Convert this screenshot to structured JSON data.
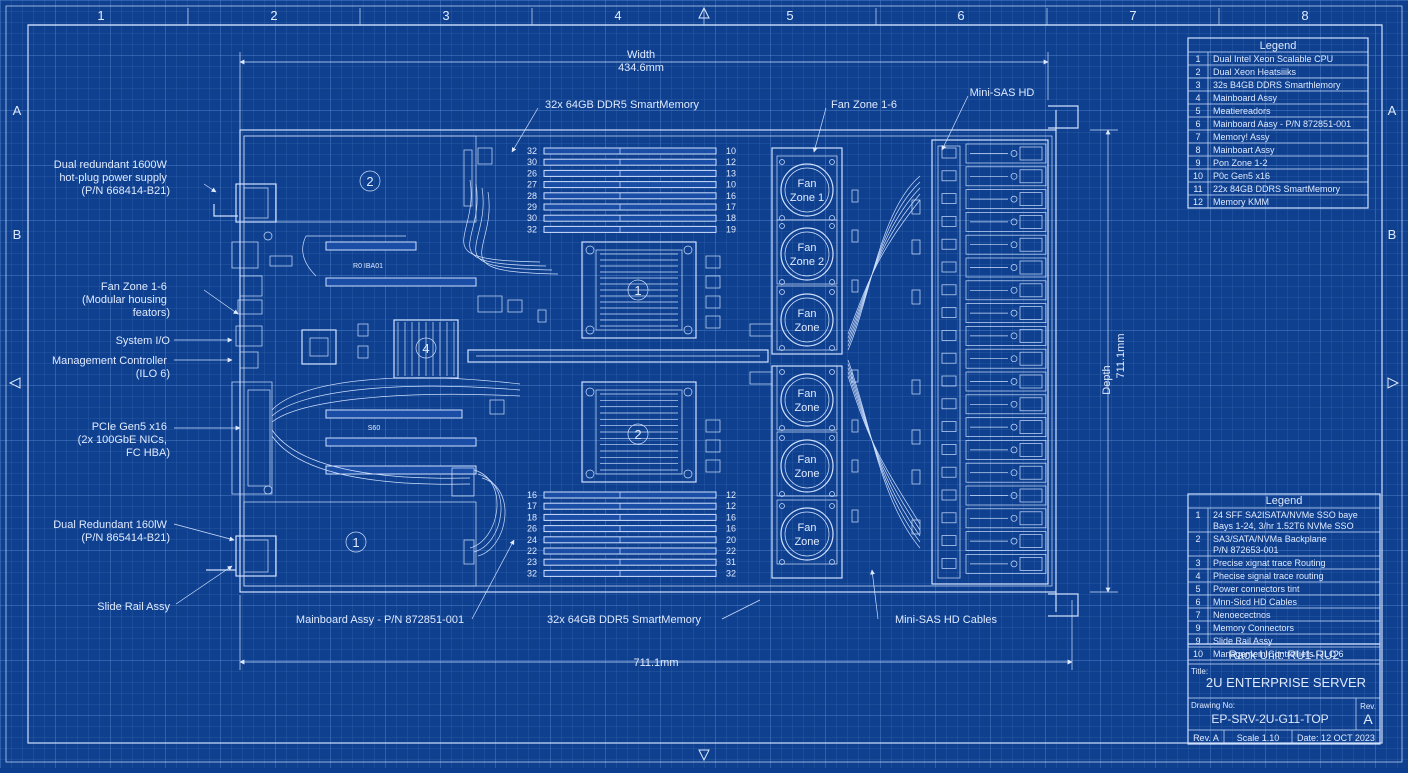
{
  "frame": {
    "col_labels": [
      "1",
      "2",
      "3",
      "4",
      "5",
      "6",
      "7",
      "8"
    ],
    "row_labels": [
      "A",
      "B"
    ]
  },
  "dimensions": {
    "width_label": "Width",
    "width_value": "434.6mm",
    "depth_label": "Depth",
    "depth_value": "711.1mm",
    "length_value": "711.1mm"
  },
  "callouts": {
    "psu_top": [
      "Dual redundant 1600W",
      "hot-plug power supply",
      "(P/N 668414-B21)"
    ],
    "fan_left": [
      "Fan Zone 1-6",
      "(Modular housing",
      "feators)"
    ],
    "system_io": "System I/O",
    "mgmt": [
      "Management Controller",
      "(ILO 6)"
    ],
    "pcie": [
      "PCIe Gen5 x16",
      "(2x 100GbE NICs,",
      "FC HBA)"
    ],
    "psu_bottom": [
      "Dual Redundant 160lW",
      "(P/N 865414-B21)"
    ],
    "slide_rail": "Slide Rail Assy",
    "mainboard": "Mainboard Assy - P/N 872851-001",
    "memory_bottom": "32x 64GB DDR5 SmartMemory",
    "minisas_bottom": "Mini-SAS HD Cables",
    "memory_top": "32x 64GB DDR5 SmartMemory",
    "fan_top": "Fan Zone 1-6",
    "minisas_top": "Mini-SAS HD"
  },
  "board": {
    "psu_balloon_top": "2",
    "psu_balloon_bottom": "1",
    "cpu1": "1",
    "cpu2": "2",
    "chipset": "4",
    "riser_top_text": "R0 IBA01",
    "riser_bottom_text": "S60",
    "dimm_top_left": [
      "32",
      "30",
      "26",
      "27",
      "28",
      "29",
      "30",
      "32"
    ],
    "dimm_top_right": [
      "10",
      "12",
      "13",
      "10",
      "16",
      "17",
      "18",
      "19"
    ],
    "dimm_bottom_left": [
      "16",
      "17",
      "18",
      "26",
      "24",
      "22",
      "23",
      "32"
    ],
    "dimm_bottom_right": [
      "12",
      "12",
      "16",
      "16",
      "20",
      "22",
      "31",
      "32"
    ]
  },
  "fans": [
    [
      "Fan",
      "Zone 1"
    ],
    [
      "Fan",
      "Zone 2"
    ],
    [
      "Fan",
      "Zone"
    ],
    [
      "Fan",
      "Zone"
    ],
    [
      "Fan",
      "Zone"
    ],
    [
      "Fan",
      "Zone"
    ]
  ],
  "legend_top": {
    "title": "Legend",
    "items": [
      [
        "1",
        "Dual Intel Xeon Scalable CPU"
      ],
      [
        "2",
        "Dual Xeon Heatsiiiks"
      ],
      [
        "3",
        "32s  B4GB DDRS Smarthlemory"
      ],
      [
        "4",
        "Mainboard Assy"
      ],
      [
        "5",
        "Meatiereadors"
      ],
      [
        "6",
        "Mainboard Aasy - P/N 872851-001"
      ],
      [
        "7",
        "Memory! Assy"
      ],
      [
        "8",
        "Mainboart Assy"
      ],
      [
        "9",
        "Pon Zone 1-2"
      ],
      [
        "10",
        "P0c Gen5 x16"
      ],
      [
        "11",
        "22x 84GB DDRS SmartMemory"
      ],
      [
        "12",
        "Memory KMM"
      ]
    ]
  },
  "legend_bottom": {
    "title": "Legend",
    "items": [
      [
        "1",
        "24 SFF SA2ISATA/NVMe SSO baye",
        "Bays 1-24, 3/hr 1.52T6 NVMe SSO"
      ],
      [
        "2",
        "SA3/SATA/NVMa Backplane",
        "P/N 872653-001"
      ],
      [
        "3",
        "Precise xignat trace Routing"
      ],
      [
        "4",
        "Phecise signal trace routing"
      ],
      [
        "5",
        "Power connectors tint"
      ],
      [
        "6",
        "Mnn-Sicd HD Cables"
      ],
      [
        "7",
        "Nenoecectnos"
      ],
      [
        "9",
        "Memory Connectors"
      ],
      [
        "9",
        "Slide Rail Assy"
      ],
      [
        "10",
        "Managemem Controlliers - ILO 6"
      ]
    ]
  },
  "title_block": {
    "rack_unit": "Rack Unit: RU1-RU2",
    "title_label": "Title:",
    "title": "2U ENTERPRISE SERVER",
    "drawing_label": "Drawing No:",
    "drawing_no": "EP-SRV-2U-G11-TOP",
    "rev_label": "Rev.",
    "rev": "A",
    "rev_cell": "Rev. A",
    "scale": "Scale 1.10",
    "date": "Date: 12 OCT 2023"
  }
}
